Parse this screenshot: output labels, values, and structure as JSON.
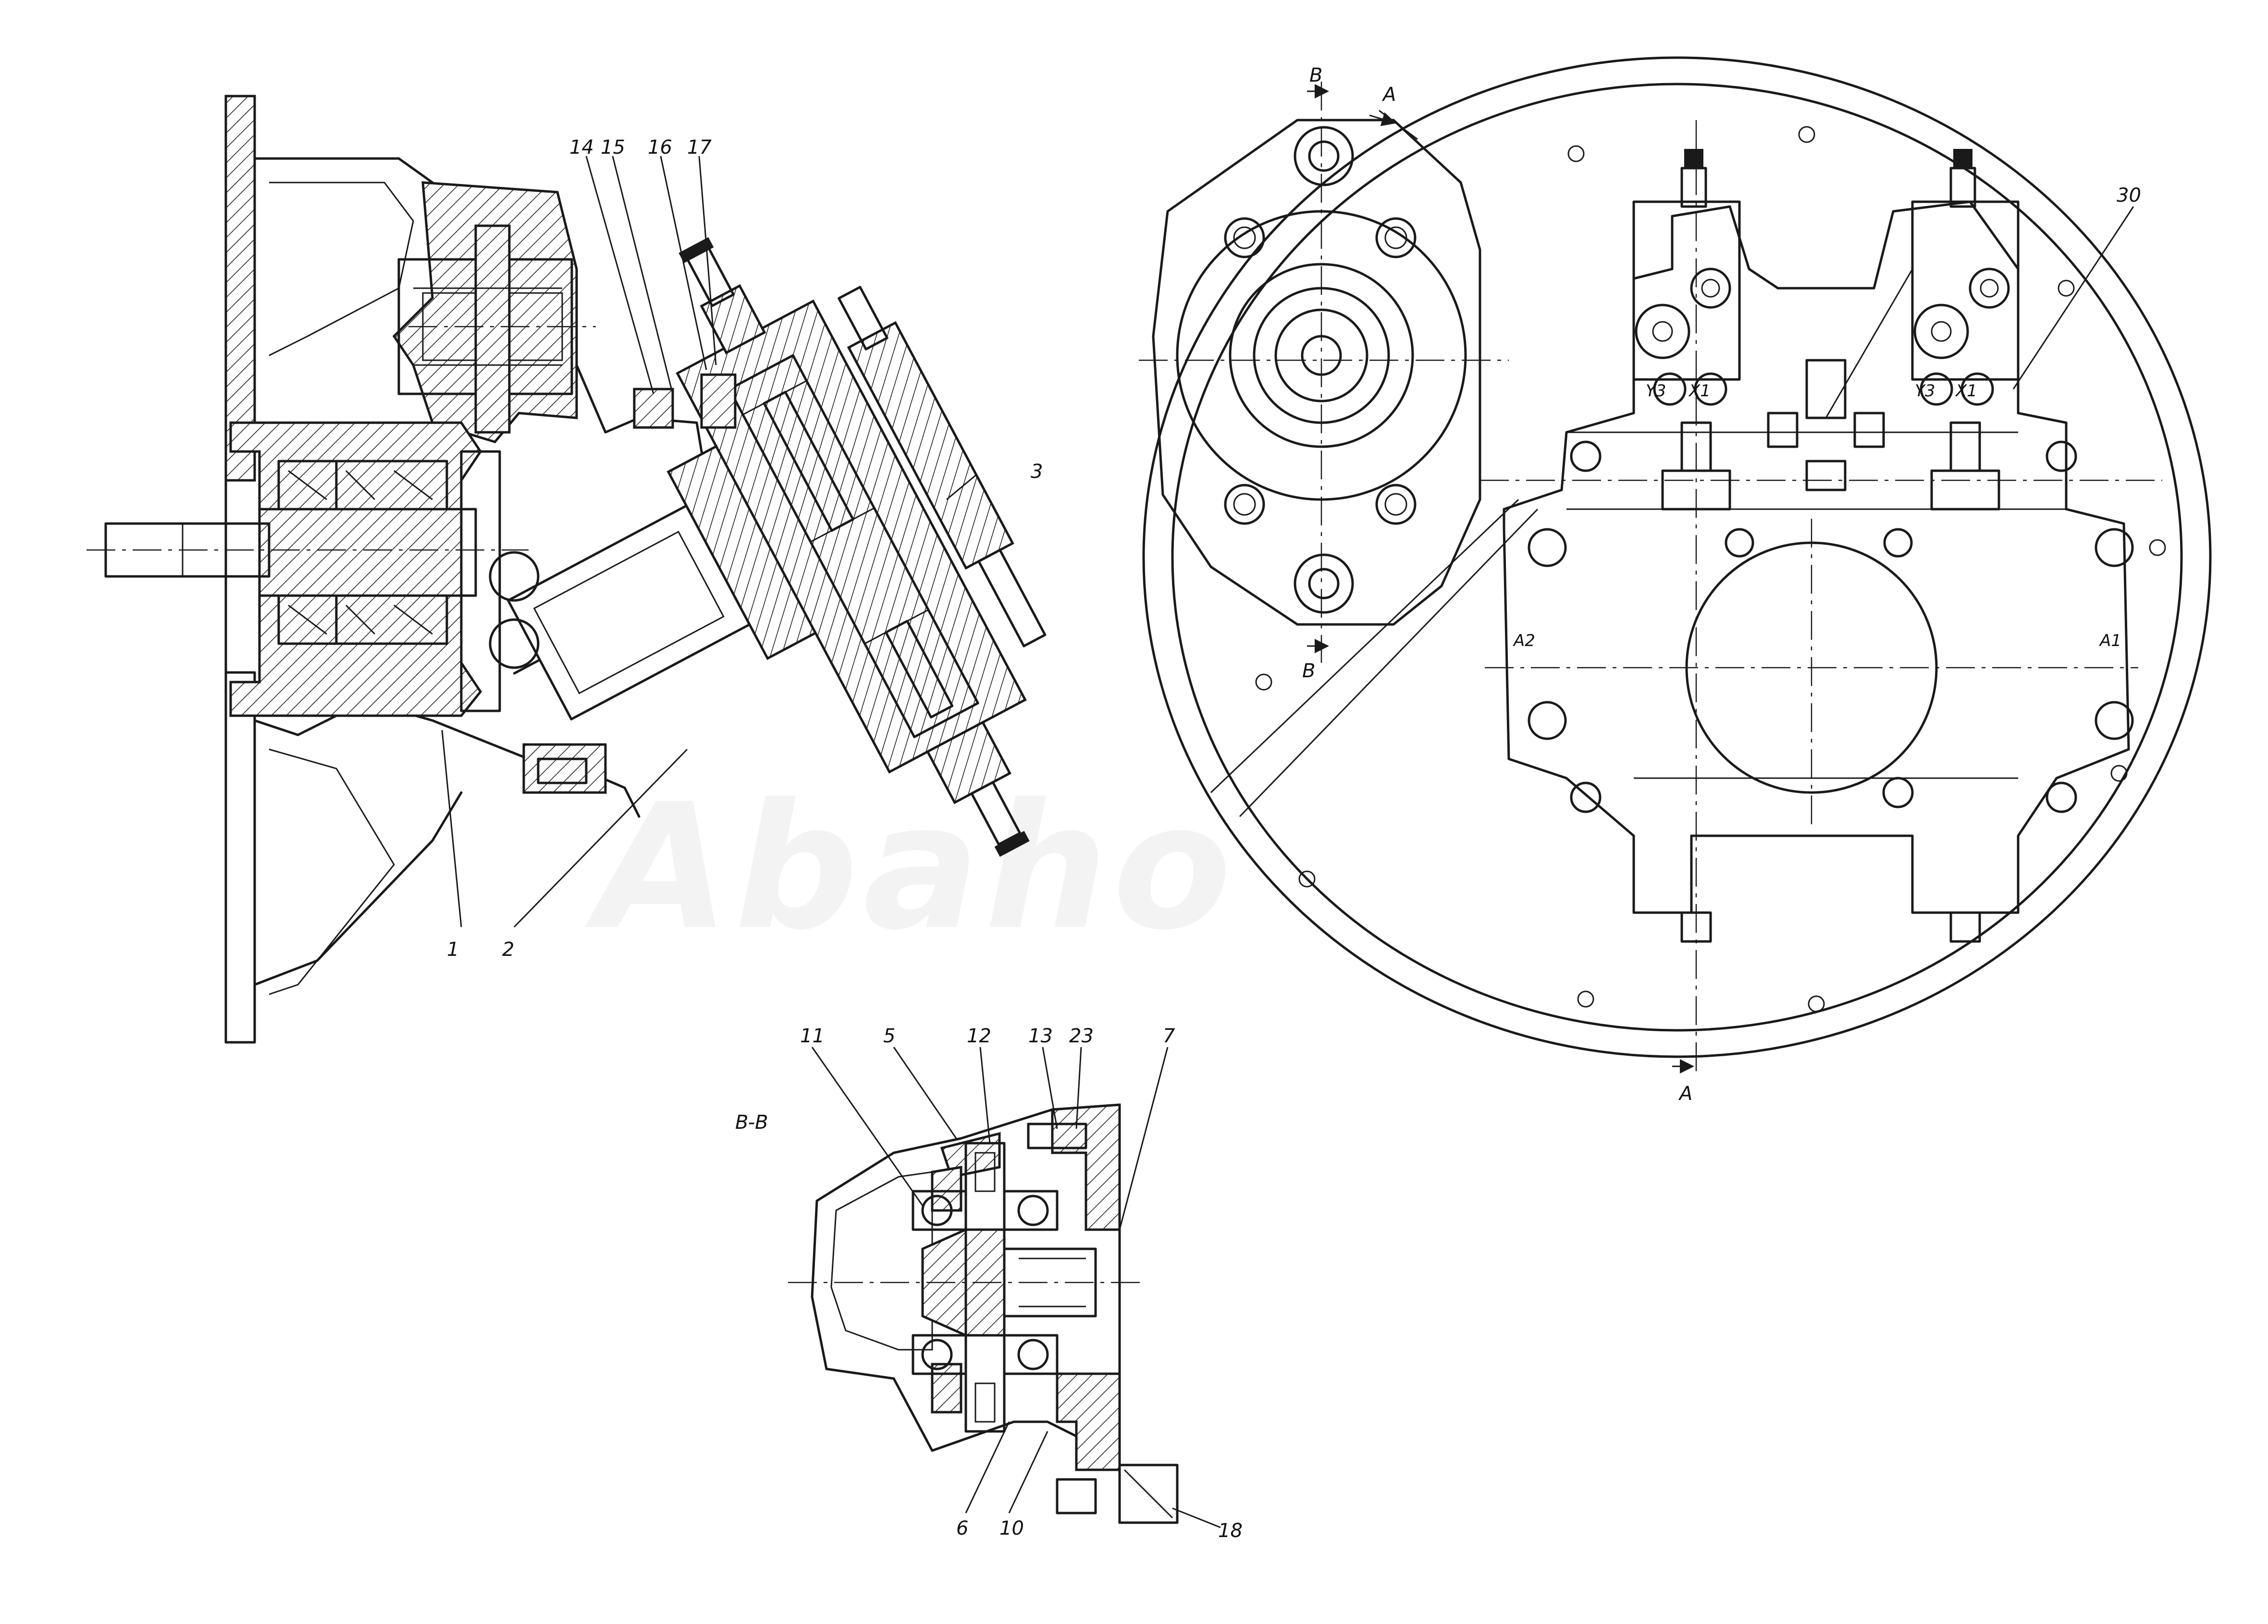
{
  "drawing": {
    "section_title": "B-B",
    "watermark": "Abaho",
    "callouts_left_view": [
      "1",
      "2",
      "3",
      "14",
      "15",
      "16",
      "17"
    ],
    "callouts_section_bb": [
      "5",
      "6",
      "7",
      "10",
      "11",
      "12",
      "13",
      "18",
      "23"
    ],
    "callout_right_view": "30",
    "section_marks": {
      "B": "B",
      "A": "A"
    },
    "port_labels": {
      "y3": "Y3",
      "x1": "X1",
      "a2": "A2",
      "a1": "A1"
    }
  }
}
